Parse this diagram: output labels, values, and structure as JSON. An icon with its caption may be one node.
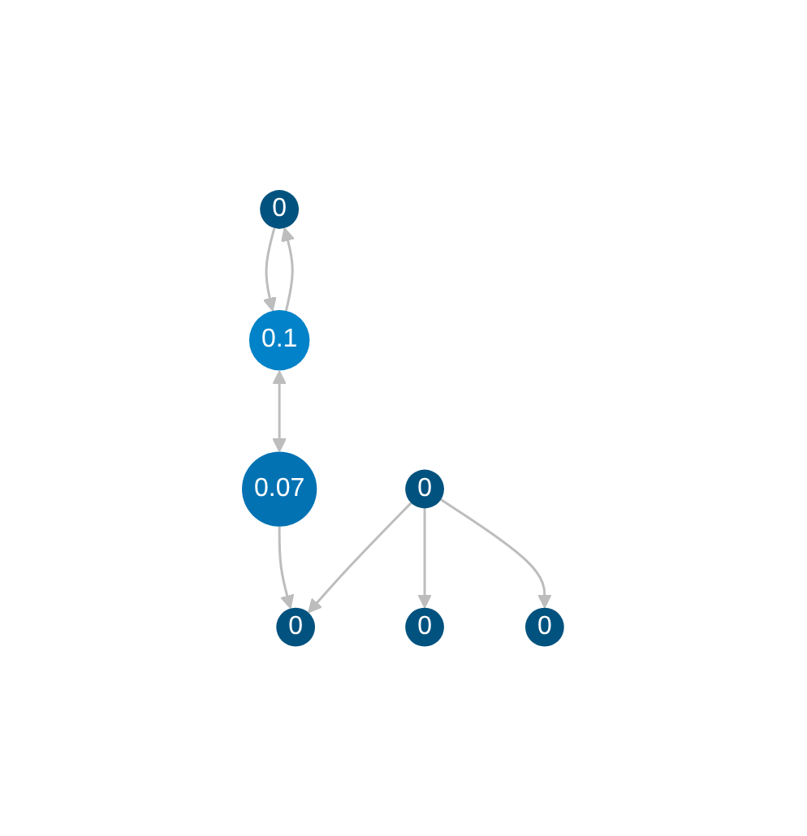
{
  "diagram": {
    "nodes": [
      {
        "text": [
          "0"
        ]
      },
      {
        "text": [
          "0.1"
        ]
      },
      {
        "text": [
          "0.07"
        ]
      },
      {
        "text": [
          "0"
        ]
      },
      {
        "text": [
          "0"
        ]
      },
      {
        "text": [
          "0"
        ]
      },
      {
        "text": [
          "0"
        ]
      }
    ],
    "edges": [
      {
        "from": 1,
        "to": 0,
        "arrow": "to"
      },
      {
        "from": 0,
        "to": 1,
        "arrow": "to"
      },
      {
        "from": 1,
        "to": 2,
        "arrow": "both"
      },
      {
        "from": 2,
        "to": 3,
        "arrow": "to"
      },
      {
        "from": 5,
        "to": 3,
        "arrow": "to"
      },
      {
        "from": 5,
        "to": 4,
        "arrow": "to"
      },
      {
        "from": 5,
        "to": 6,
        "arrow": "to"
      }
    ]
  }
}
